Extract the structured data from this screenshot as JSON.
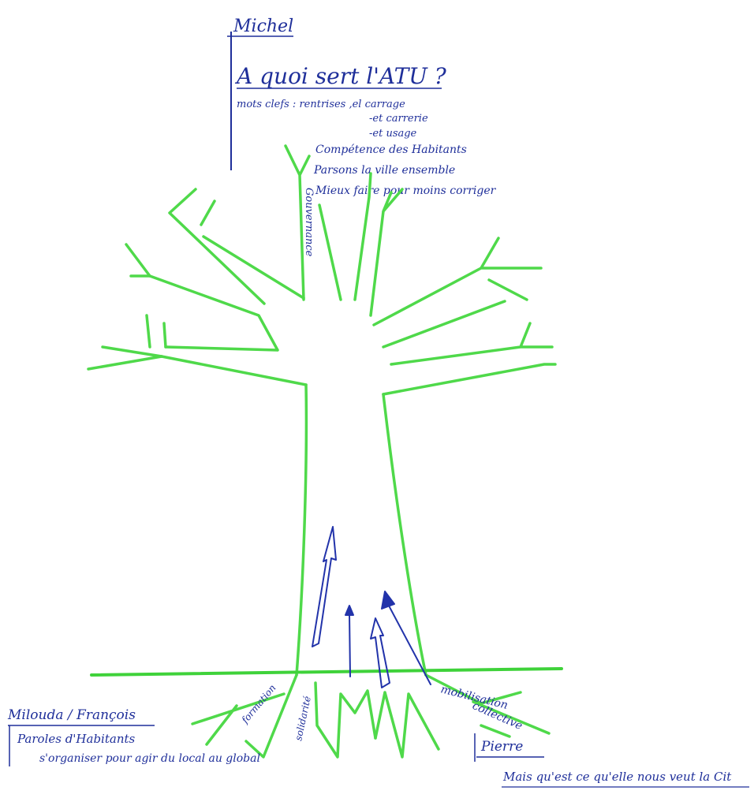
{
  "colors": {
    "ink": "#1f2f9a",
    "tree": "#4fd94a",
    "ground": "#3fd23a"
  },
  "top_block": {
    "author": "Michel",
    "question": "A quoi sert l'ATU ?",
    "lines": [
      "mots clefs : rentrises ,el carrage",
      "-et carrerie",
      "-et usage",
      "Compétence des Habitants",
      "Parsons la ville ensemble",
      "Mieux faire pour moins corriger"
    ]
  },
  "trunk_label": "Gouvernance",
  "bottom_left": {
    "author": "Milouda / François",
    "lines": [
      "Paroles d'Habitants",
      "s'organiser pour agir du local au global"
    ]
  },
  "root_labels": [
    "formation",
    "solidarité"
  ],
  "right_root_label": [
    "mobilisation",
    "collective"
  ],
  "bottom_right": {
    "author": "Pierre",
    "line": "Mais qu'est ce qu'elle nous veut la Cit"
  }
}
